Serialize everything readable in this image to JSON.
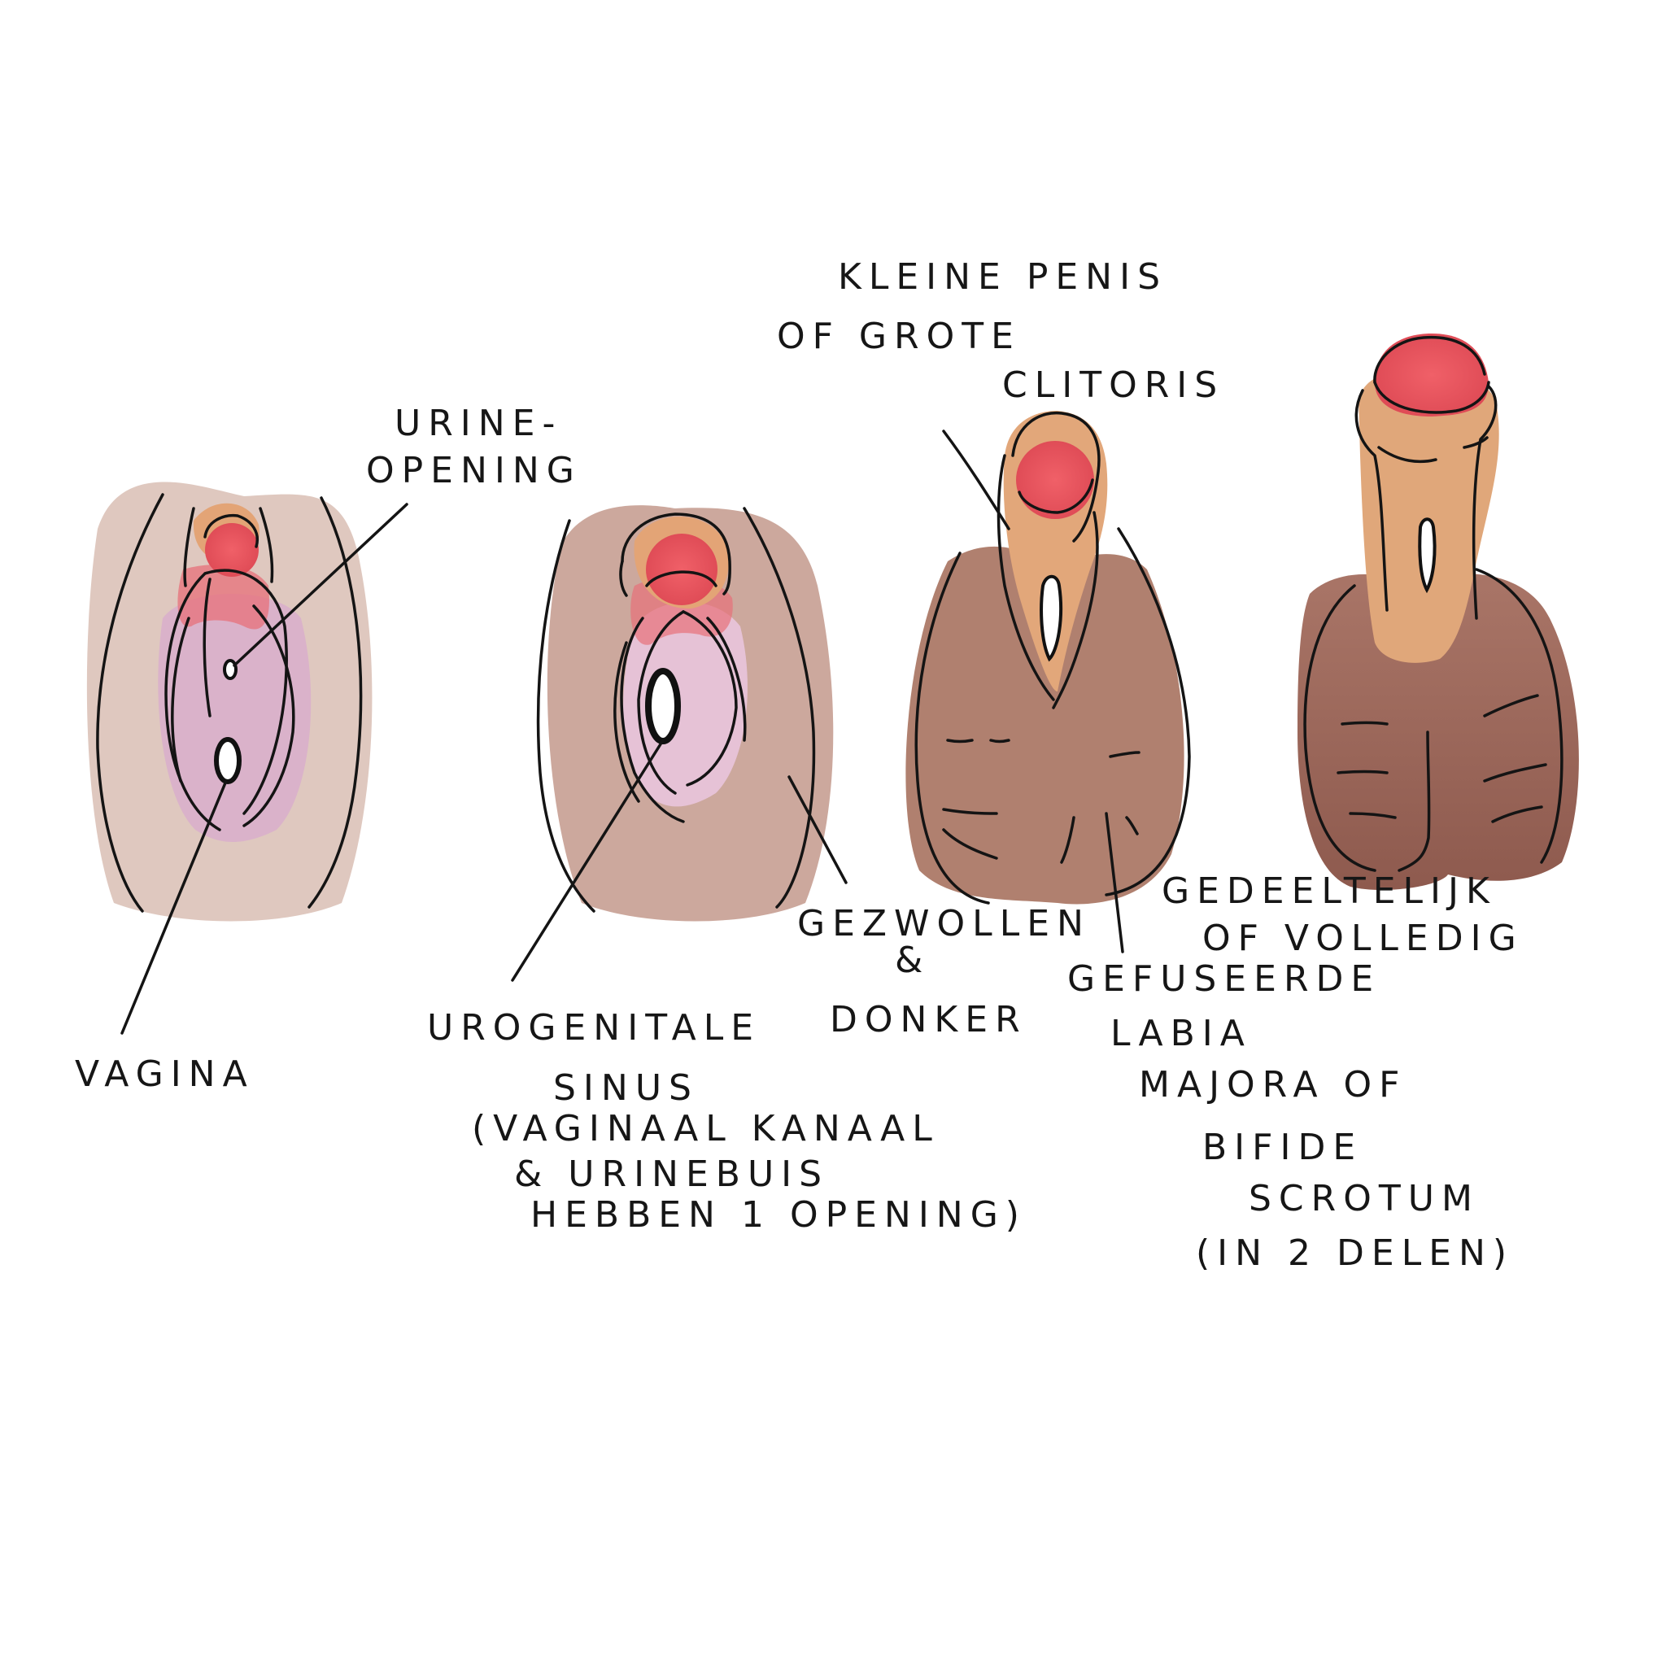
{
  "labels": {
    "urine_opening_line1": "URINE-",
    "urine_opening_line2": "OPENING",
    "vagina": "VAGINA",
    "urogenital_line1": "UROGENITALE",
    "urogenital_line2": "SINUS",
    "urogenital_line3": "(VAGINAAL KANAAL",
    "urogenital_line4": "& URINEBUIS",
    "urogenital_line5": "HEBBEN 1 OPENING)",
    "swollen_line1": "GEZWOLLEN",
    "swollen_line2": "&",
    "swollen_line3": "DONKER",
    "penis_line1": "KLEINE PENIS",
    "penis_line2": "OF GROTE",
    "penis_line3": "CLITORIS",
    "partial_line1": "GEDEELTELIJK",
    "partial_line2": "OF VOLLEDIG",
    "fused_line1": "GEFUSEERDE",
    "fused_line2": "LABIA",
    "fused_line3": "MAJORA OF",
    "fused_line4": "BIFIDE",
    "fused_line5": "SCROTUM",
    "fused_line6": "(IN 2 DELEN)"
  },
  "colors": {
    "skin_light": "#dcc0b6",
    "skin_mid": "#c9a398",
    "skin_dark": "#a87264",
    "skin_darker": "#9a6155",
    "glans_red": "#e8525a",
    "hood_orange": "#e3a476",
    "mucosa_pink": "#e6b6d0",
    "ink": "#141414"
  }
}
